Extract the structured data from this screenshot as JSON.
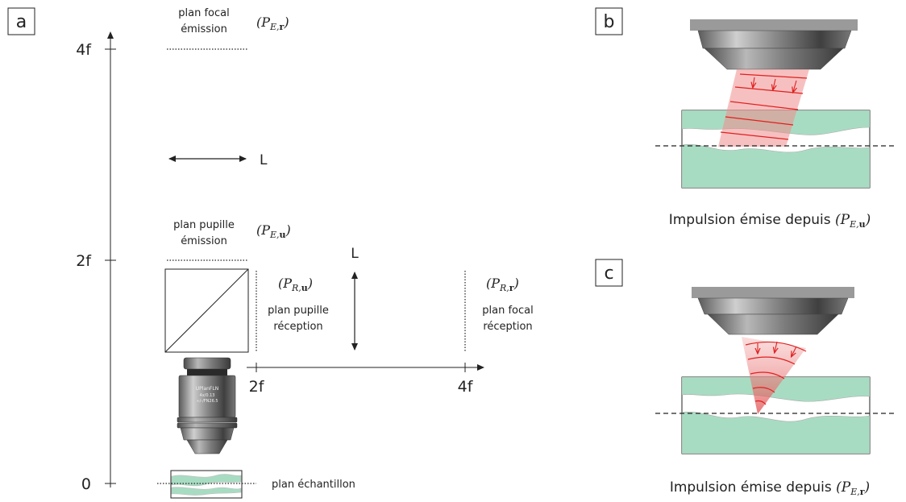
{
  "panels": {
    "a": {
      "letter": "a"
    },
    "b": {
      "letter": "b",
      "caption": "Impulsion émise depuis"
    },
    "c": {
      "letter": "c",
      "caption": "Impulsion émise depuis"
    }
  },
  "axis": {
    "vertical_ticks": [
      "4f",
      "2f",
      "0"
    ],
    "horizontal_ticks": [
      "2f",
      "4f"
    ]
  },
  "planes": {
    "focal_emission": {
      "line1": "plan focal",
      "line2": "émission",
      "P": "P",
      "sub": "E,",
      "bold": "r"
    },
    "pupil_emission": {
      "line1": "plan pupille",
      "line2": "émission",
      "P": "P",
      "sub": "E,",
      "bold": "u"
    },
    "pupil_reception": {
      "line1": "plan pupille",
      "line2": "réception",
      "P": "P",
      "sub": "R,",
      "bold": "u"
    },
    "focal_reception": {
      "line1": "plan focal",
      "line2": "réception",
      "P": "P",
      "sub": "R,",
      "bold": "r"
    },
    "sample": {
      "label": "plan échantillon"
    }
  },
  "lens_labels": {
    "horizontal": "L",
    "vertical": "L"
  },
  "objective_text": [
    "UPlanFLN",
    "4x/0.13",
    "∞/-/FN26.5"
  ],
  "caption_math": {
    "b": {
      "P": "P",
      "sub": "E,",
      "bold": "u"
    },
    "c": {
      "P": "P",
      "sub": "E,",
      "bold": "r"
    }
  },
  "colors": {
    "tissue": "#a8dcc2",
    "beam": "#f08c8c",
    "wave": "#e02020",
    "metal_dark": "#6a6a6a",
    "metal_light": "#d8d8d8"
  }
}
